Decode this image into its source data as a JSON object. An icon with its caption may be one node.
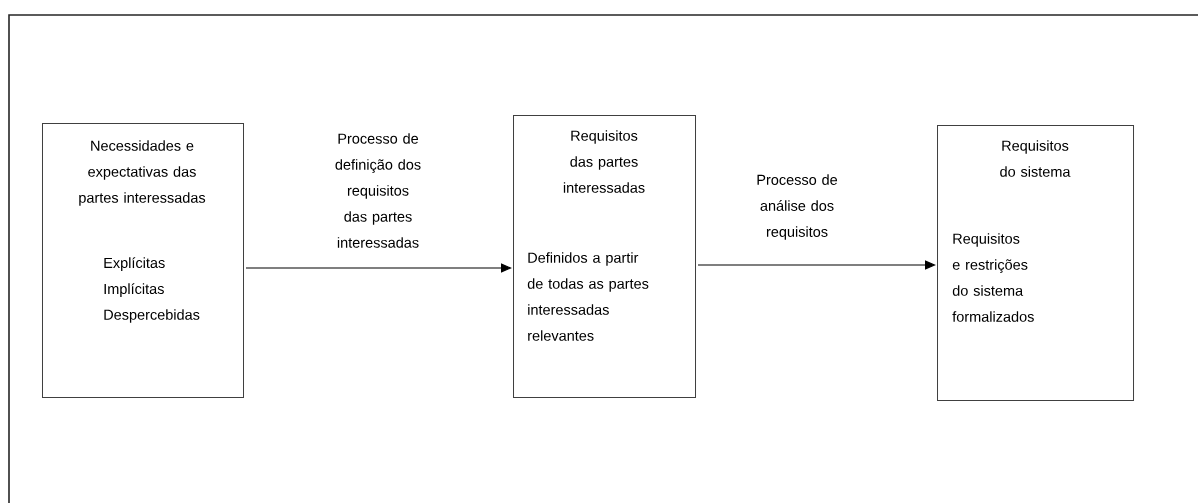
{
  "diagram": {
    "nodes": [
      {
        "text": [
          "Necessidades e expectativas das partes interessadas",
          "Explícitas",
          "Implícitas",
          "Despercebidas"
        ]
      },
      {
        "text": [
          "Requisitos das partes interessadas",
          "Definidos a partir de todas as partes interessadas relevantes"
        ]
      },
      {
        "text": [
          "Requisitos do sistema",
          "Requisitos e restrições do sistema formalizados"
        ]
      }
    ],
    "edges": [
      {
        "from": 0,
        "to": 1,
        "arrow": "to",
        "label": "Processo de definição dos requisitos das partes interessadas"
      },
      {
        "from": 1,
        "to": 2,
        "arrow": "to",
        "label": "Processo de análise dos requisitos"
      }
    ]
  }
}
